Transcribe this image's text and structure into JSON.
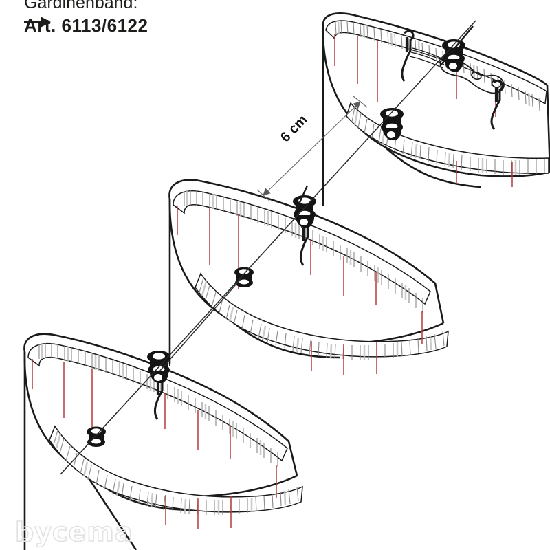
{
  "document": {
    "type": "technical-illustration",
    "subject": "Gardinenband Wellenband Montageanleitung",
    "background_color": "#ffffff"
  },
  "labels": {
    "heading": "Gardinenband:",
    "article": "Art. 6113/6122",
    "arrow_icon": "arrow-right-icon"
  },
  "dimension": {
    "value": "6 cm",
    "rotation_deg": -48,
    "line_color": "#6e6e6e"
  },
  "watermark": {
    "text": "bycema"
  },
  "colors": {
    "outline": "#1a1a1a",
    "tape_fill": "#ffffff",
    "tape_rung": "#9a9a9a",
    "tape_shade": "#b8b8b8",
    "stitch_red": "#b23a3a",
    "glider_black": "#141414",
    "dimension_gray": "#7a7a7a",
    "watermark_stroke": "#e2e2e2"
  },
  "panels": [
    {
      "id": "panel-top-right",
      "name": "curtain-panel-upper",
      "position": "top-right",
      "has_wave_clip_detail": true,
      "glider_count": 2,
      "stitch_marks": 6
    },
    {
      "id": "panel-middle",
      "name": "curtain-panel-middle",
      "position": "center",
      "has_wave_clip_detail": false,
      "glider_count": 2,
      "stitch_marks": 8
    },
    {
      "id": "panel-bottom-left",
      "name": "curtain-panel-lower",
      "position": "bottom-left",
      "has_wave_clip_detail": false,
      "glider_count": 2,
      "stitch_marks": 8
    }
  ],
  "hardware": {
    "glider_label": "curtain-glider-runner",
    "hook_label": "curtain-hook",
    "clip_label": "wave-tape-clip"
  }
}
